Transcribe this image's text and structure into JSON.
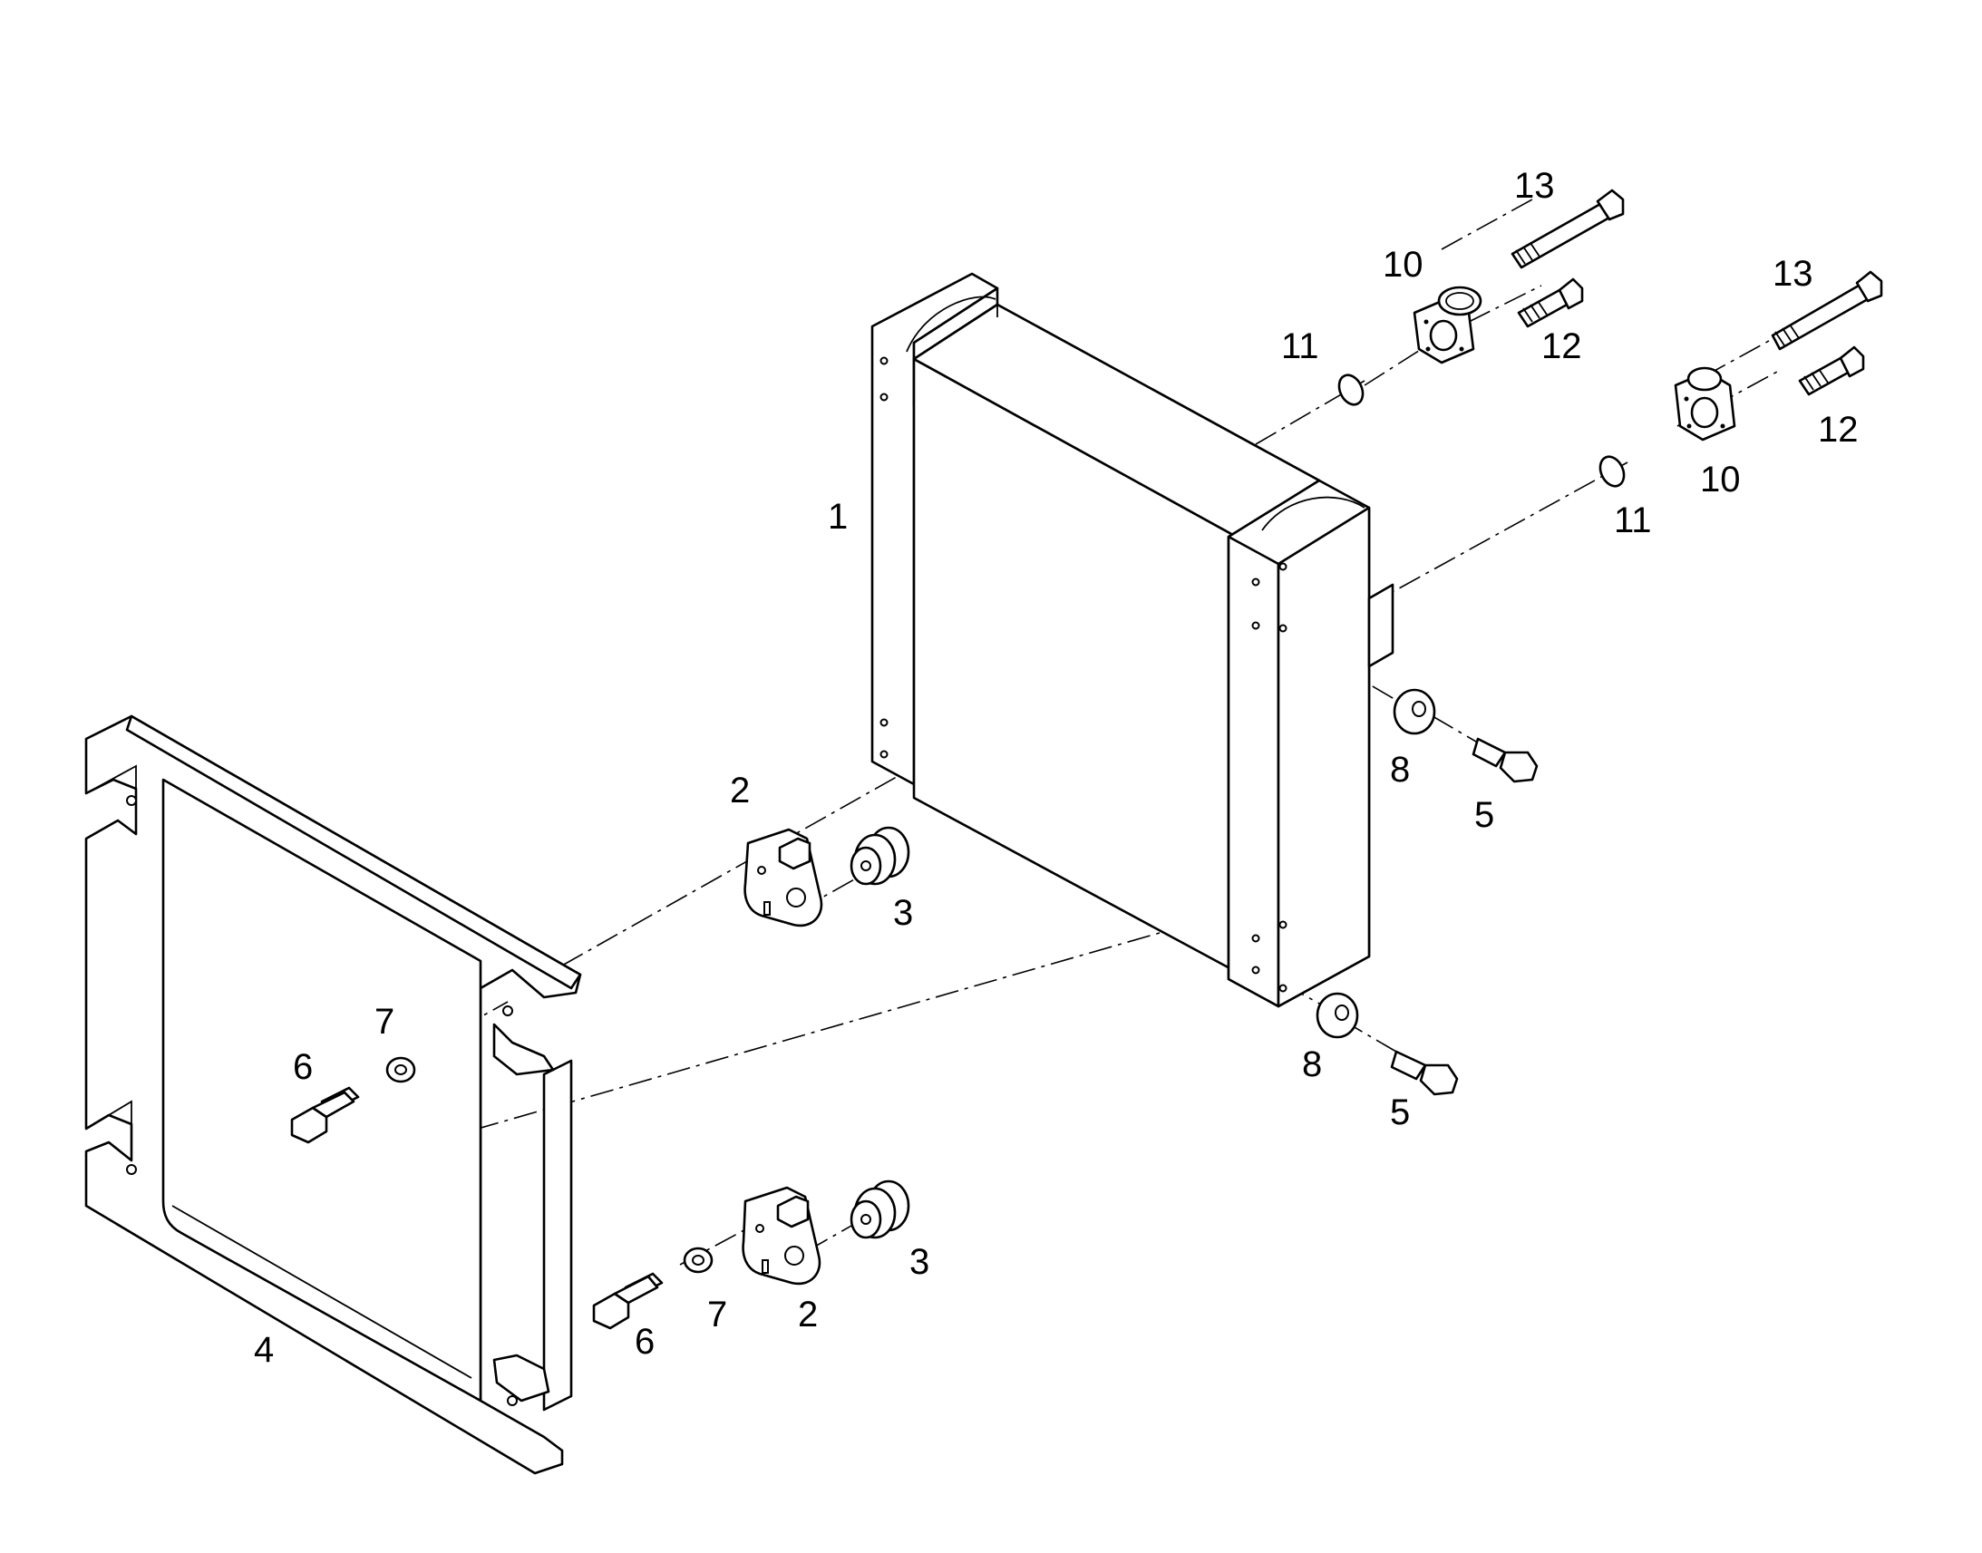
{
  "callouts": {
    "c1": "1",
    "c2_upper": "2",
    "c2_lower": "2",
    "c3_upper": "3",
    "c3_lower": "3",
    "c4": "4",
    "c5_upper": "5",
    "c5_lower": "5",
    "c6_upper": "6",
    "c6_lower": "6",
    "c7_upper": "7",
    "c7_lower": "7",
    "c8_upper": "8",
    "c8_lower": "8",
    "c10_left": "10",
    "c10_right": "10",
    "c11_left": "11",
    "c11_right": "11",
    "c12_left": "12",
    "c12_right": "12",
    "c13_left": "13",
    "c13_right": "13"
  }
}
